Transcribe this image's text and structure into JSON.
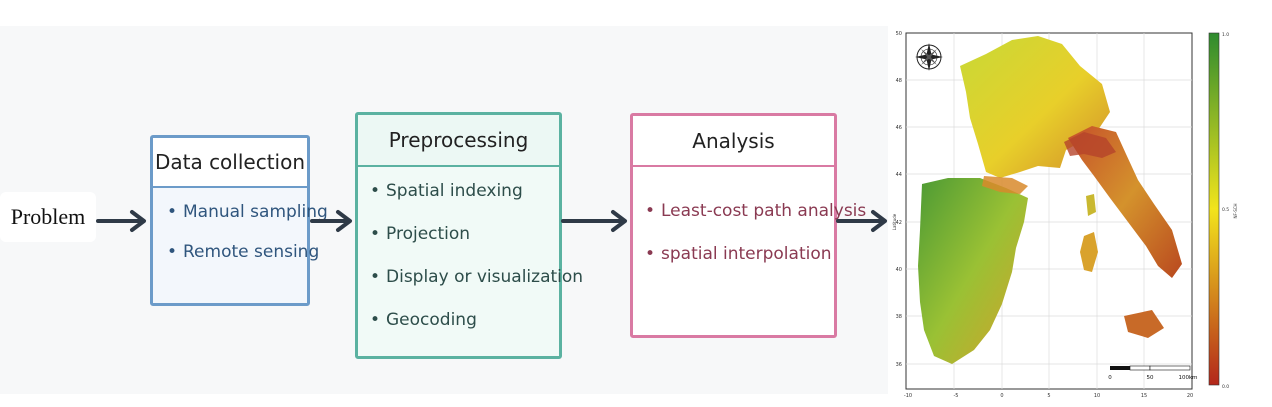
{
  "problem": {
    "label": "Problem"
  },
  "data_collection": {
    "title": "Data collection",
    "items": [
      "Manual sampling",
      "Remote sensing"
    ]
  },
  "preprocessing": {
    "title": "Preprocessing",
    "items": [
      "Spatial indexing",
      "Projection",
      "Display or visualization",
      "Geocoding"
    ]
  },
  "analysis": {
    "title": "Analysis",
    "items": [
      "Least-cost path analysis",
      "spatial interpolation"
    ]
  },
  "map": {
    "y_ticks": [
      "50",
      "48",
      "46",
      "44",
      "42",
      "40",
      "38",
      "36"
    ],
    "x_ticks": [
      "-10",
      "-5",
      "0",
      "5",
      "10",
      "15",
      "20"
    ],
    "y_axis_label": "Latitude",
    "colorbar_ticks": [
      "1.0",
      "0.5",
      "0.0"
    ],
    "colorbar_label": "NF-SCH",
    "scale_labels": [
      "0",
      "50",
      "100km"
    ]
  },
  "colors": {
    "data_border": "#6c9bc9",
    "pre_border": "#5bb2a1",
    "analysis_border": "#d97aa3",
    "arrow": "#2f3a47"
  }
}
